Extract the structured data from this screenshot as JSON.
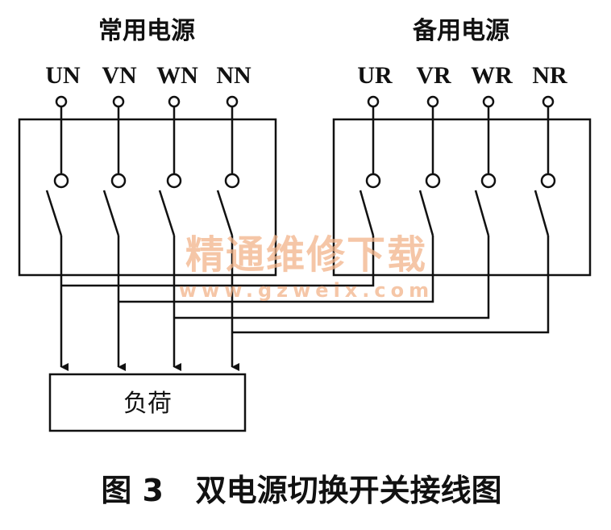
{
  "normal_source": {
    "title": "常用电源",
    "terminals": [
      "UN",
      "VN",
      "WN",
      "NN"
    ]
  },
  "backup_source": {
    "title": "备用电源",
    "terminals": [
      "UR",
      "VR",
      "WR",
      "NR"
    ]
  },
  "load": {
    "label": "负荷"
  },
  "watermark": {
    "line1": "精通维修下载",
    "line2": "www.gzweix.com"
  },
  "caption": "图 3   双电源切换开关接线图"
}
